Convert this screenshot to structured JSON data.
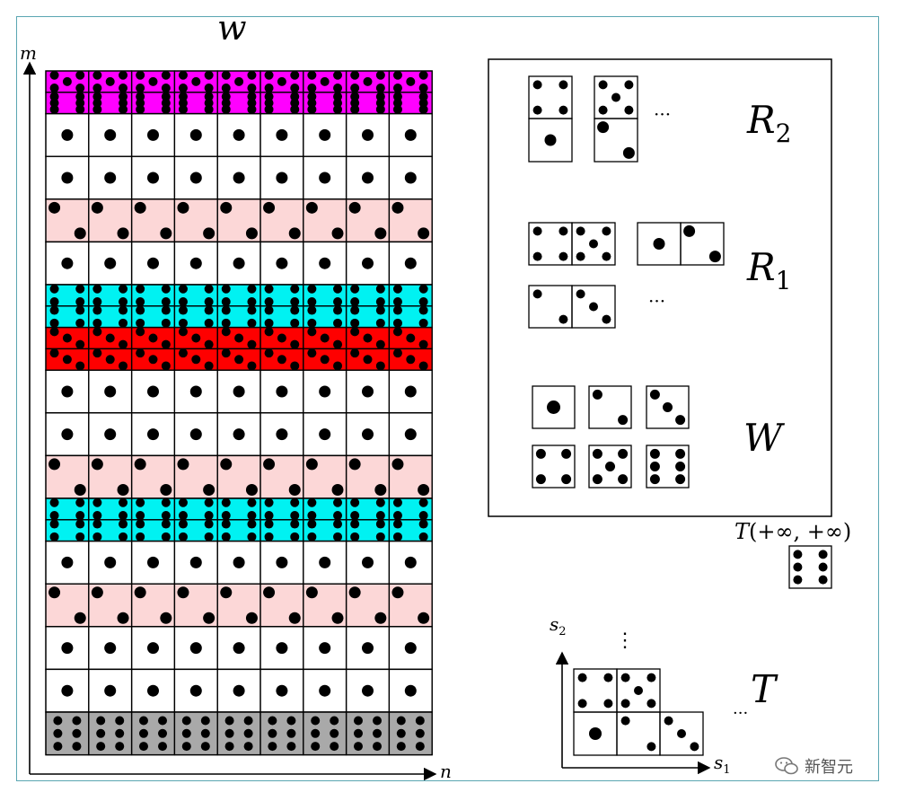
{
  "labels": {
    "w": "w",
    "m": "m",
    "n": "n",
    "r2_sub": "2",
    "r1_sub": "1",
    "R_letter": "R",
    "W_letter": "W",
    "T_letter": "T",
    "tinf": "(+∞, +∞)",
    "s1": "s",
    "s1_sub": "1",
    "s2": "s",
    "s2_sub": "2",
    "dots": "···",
    "vdots": "⋮"
  },
  "colors": {
    "magenta": "#ff00ff",
    "white": "#ffffff",
    "pink": "#fcd7d7",
    "cyan": "#00f2f2",
    "red": "#fe0000",
    "gray": "#a9a9a9",
    "frame": "#5aa6b2"
  },
  "grid": {
    "columns": 9,
    "rows": [
      {
        "color": "magenta",
        "tile": "domino_5_6"
      },
      {
        "color": "white",
        "tile": "1"
      },
      {
        "color": "white",
        "tile": "1"
      },
      {
        "color": "pink",
        "tile": "2"
      },
      {
        "color": "white",
        "tile": "1"
      },
      {
        "color": "cyan",
        "tile": "domino_4_4"
      },
      {
        "color": "red",
        "tile": "domino_3_3"
      },
      {
        "color": "white",
        "tile": "1"
      },
      {
        "color": "white",
        "tile": "1"
      },
      {
        "color": "pink",
        "tile": "2"
      },
      {
        "color": "cyan",
        "tile": "domino_4_4"
      },
      {
        "color": "white",
        "tile": "1"
      },
      {
        "color": "pink",
        "tile": "2"
      },
      {
        "color": "white",
        "tile": "1"
      },
      {
        "color": "white",
        "tile": "1"
      },
      {
        "color": "gray",
        "tile": "quad_6"
      }
    ]
  },
  "watermark": {
    "text": "新智元"
  }
}
